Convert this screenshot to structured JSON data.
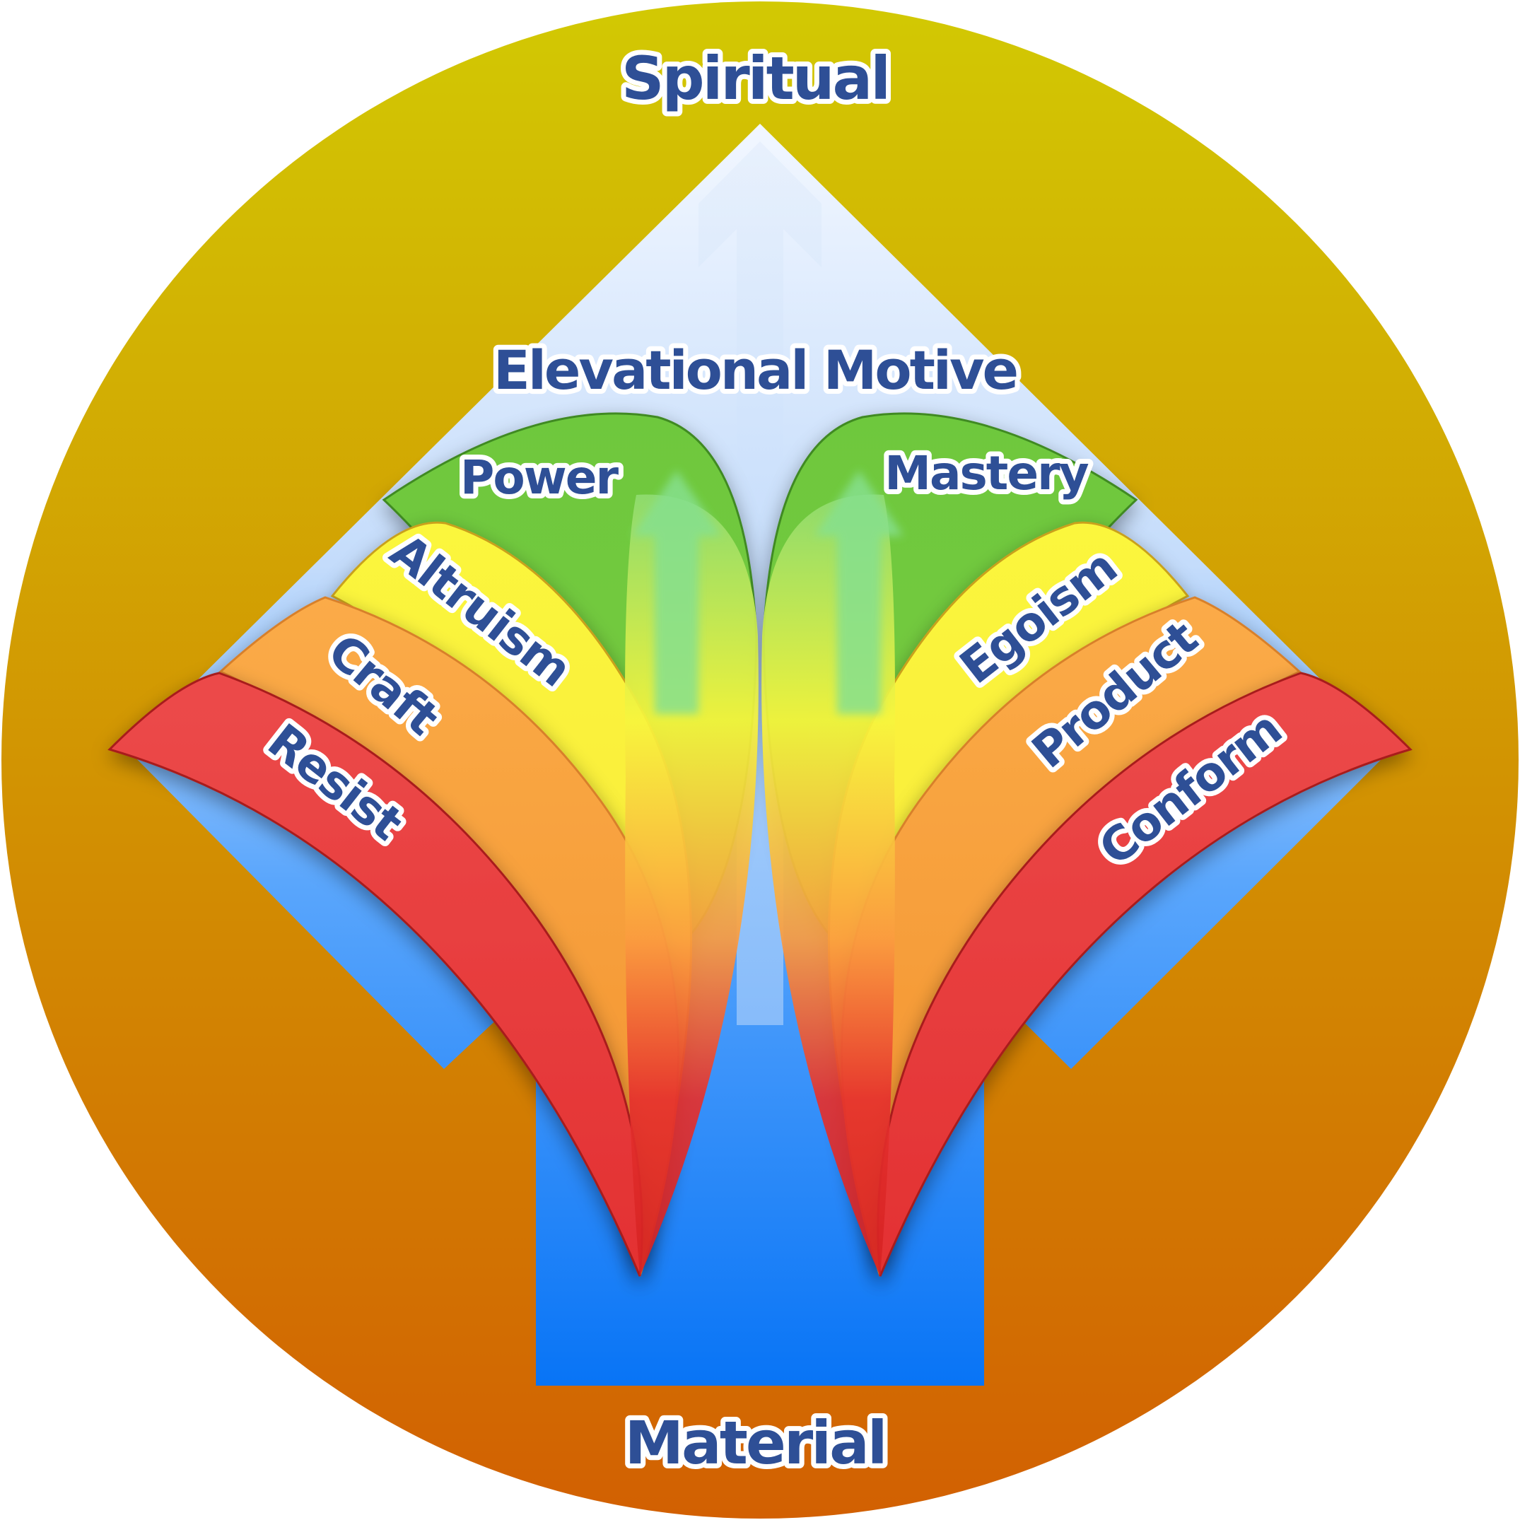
{
  "colors": {
    "circle_top": "#d2c903",
    "circle_bottom": "#d26002",
    "arrow_light": "#ddeafc",
    "arrow_dark": "#0a78f5",
    "green": "#72c83f",
    "yellow": "#fcf83d",
    "orange": "#fba845",
    "red": "#e84545",
    "label_text": "#2e4f96"
  },
  "labels": {
    "top": "Spiritual",
    "bottom": "Material",
    "center": "Elevational Motive"
  },
  "left_bands": {
    "green": "Power",
    "yellow": "Altruism",
    "orange": "Craft",
    "red": "Resist"
  },
  "right_bands": {
    "green": "Mastery",
    "yellow": "Egoism",
    "orange": "Product",
    "red": "Conform"
  },
  "icons": [
    "up-arrow-icon",
    "small-up-arrow-icon"
  ]
}
